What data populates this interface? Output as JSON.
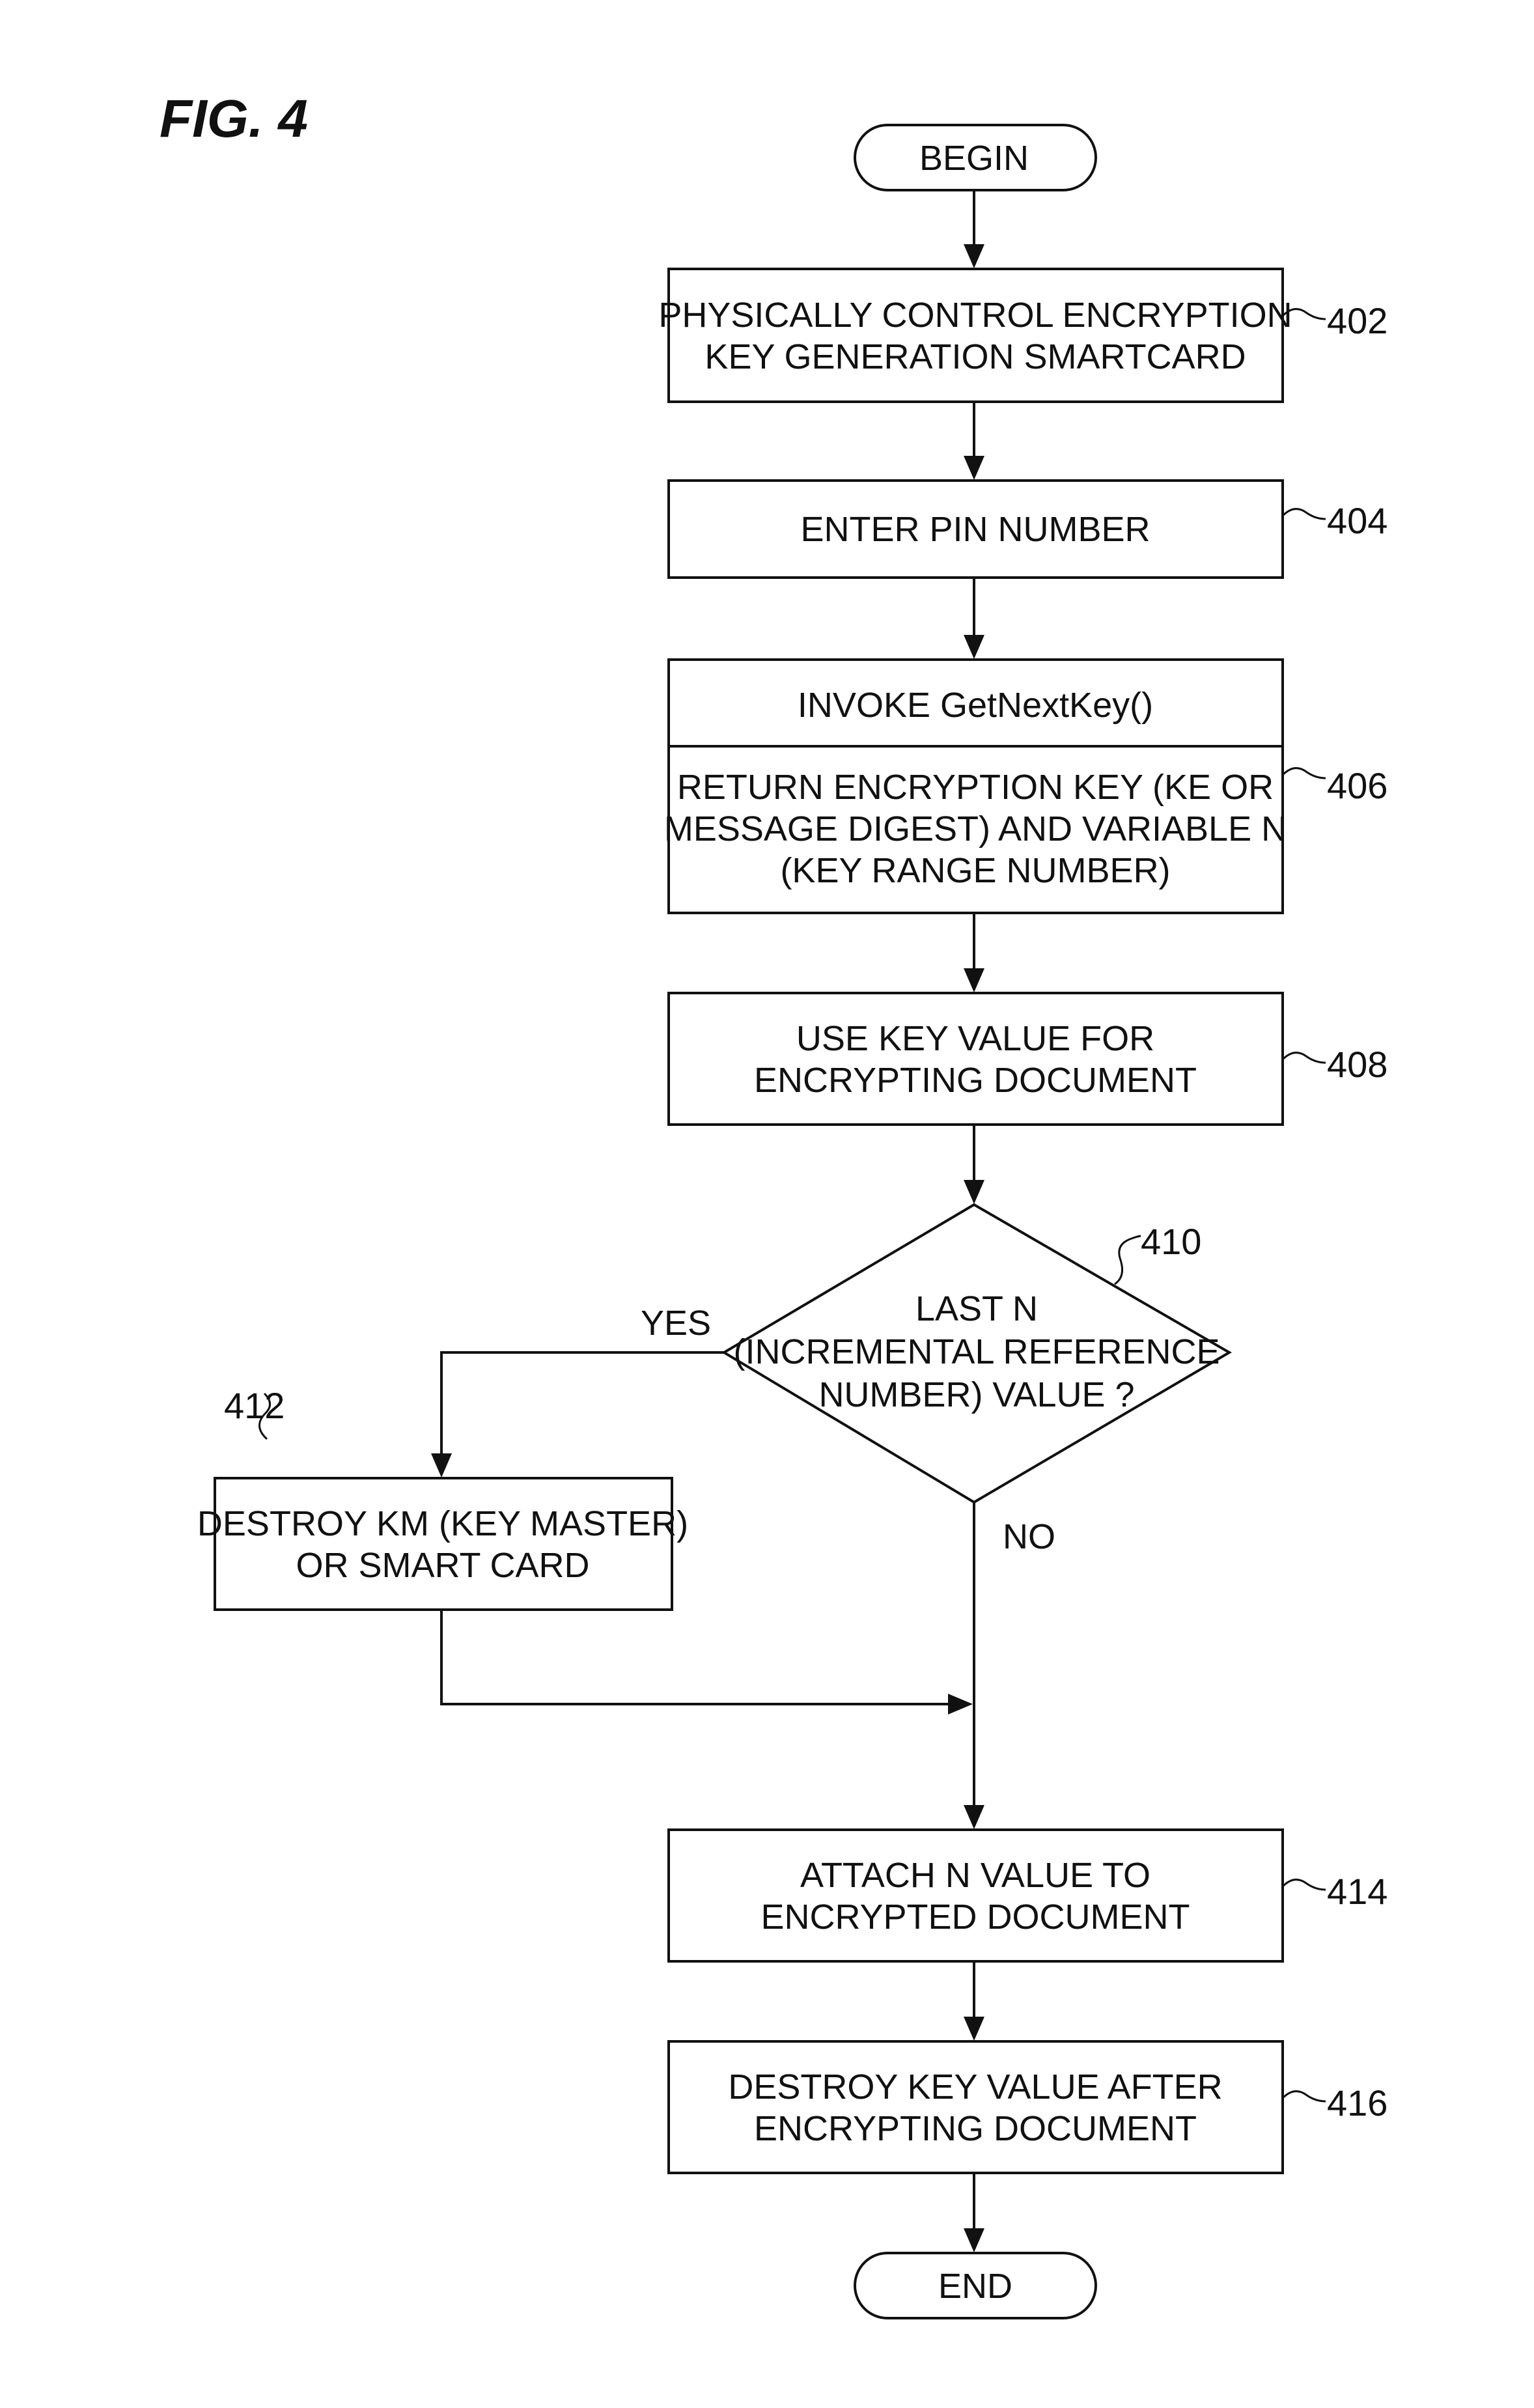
{
  "figure_label": "FIG. 4",
  "nodes": {
    "begin": {
      "lines": [
        "BEGIN"
      ]
    },
    "n402": {
      "ref": "402",
      "lines": [
        "PHYSICALLY CONTROL ENCRYPTION",
        "KEY GENERATION SMARTCARD"
      ]
    },
    "n404": {
      "ref": "404",
      "lines": [
        "ENTER PIN NUMBER"
      ]
    },
    "n406": {
      "ref": "406",
      "header_lines": [
        "INVOKE GetNextKey()"
      ],
      "lines": [
        "RETURN ENCRYPTION KEY (KE OR",
        "MESSAGE DIGEST) AND VARIABLE N",
        "(KEY RANGE NUMBER)"
      ]
    },
    "n408": {
      "ref": "408",
      "lines": [
        "USE KEY VALUE FOR",
        "ENCRYPTING DOCUMENT"
      ]
    },
    "n410": {
      "ref": "410",
      "lines": [
        "LAST N",
        "(INCREMENTAL REFERENCE",
        "NUMBER) VALUE ?"
      ]
    },
    "n412": {
      "ref": "412",
      "lines": [
        "DESTROY KM (KEY MASTER)",
        "OR SMART CARD"
      ]
    },
    "n414": {
      "ref": "414",
      "lines": [
        "ATTACH N VALUE TO",
        "ENCRYPTED DOCUMENT"
      ]
    },
    "n416": {
      "ref": "416",
      "lines": [
        "DESTROY KEY VALUE AFTER",
        "ENCRYPTING DOCUMENT"
      ]
    },
    "end": {
      "lines": [
        "END"
      ]
    }
  },
  "edge_labels": {
    "yes": "YES",
    "no": "NO"
  }
}
